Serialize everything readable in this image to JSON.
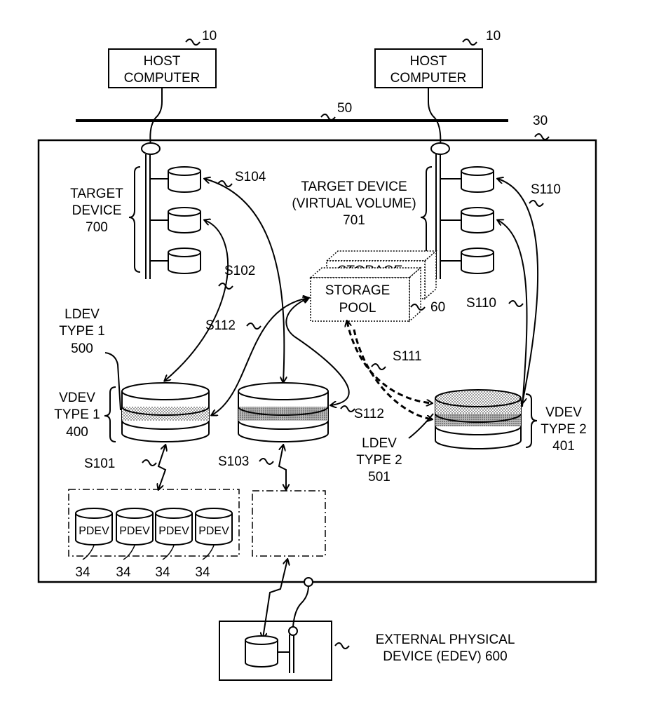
{
  "hosts": [
    {
      "label_line1": "HOST",
      "label_line2": "COMPUTER",
      "ref": "10"
    },
    {
      "label_line1": "HOST",
      "label_line2": "COMPUTER",
      "ref": "10"
    }
  ],
  "network_ref": "50",
  "storage_system_ref": "30",
  "target_device": {
    "line1": "TARGET",
    "line2": "DEVICE",
    "ref": "700"
  },
  "target_device_virtual": {
    "line1": "TARGET DEVICE",
    "line2": "(VIRTUAL VOLUME)",
    "ref": "701"
  },
  "storage_pool": {
    "line1": "STORAGE",
    "line2": "POOL",
    "ref": "60",
    "back_label": "STORAGE"
  },
  "steps": {
    "s101": "S101",
    "s102": "S102",
    "s103": "S103",
    "s104": "S104",
    "s110a": "S110",
    "s110b": "S110",
    "s111": "S111",
    "s112a": "S112",
    "s112b": "S112"
  },
  "ldev1": {
    "line1": "LDEV",
    "line2": "TYPE 1",
    "ref": "500"
  },
  "vdev1": {
    "line1": "VDEV",
    "line2": "TYPE 1",
    "ref": "400"
  },
  "ldev2": {
    "line1": "LDEV",
    "line2": "TYPE 2",
    "ref": "501"
  },
  "vdev2": {
    "line1": "VDEV",
    "line2": "TYPE 2",
    "ref": "401"
  },
  "pdevs": [
    {
      "label": "PDEV",
      "ref": "34"
    },
    {
      "label": "PDEV",
      "ref": "34"
    },
    {
      "label": "PDEV",
      "ref": "34"
    },
    {
      "label": "PDEV",
      "ref": "34"
    }
  ],
  "external": {
    "line1": "EXTERNAL PHYSICAL",
    "line2": "DEVICE (EDEV) 600"
  }
}
